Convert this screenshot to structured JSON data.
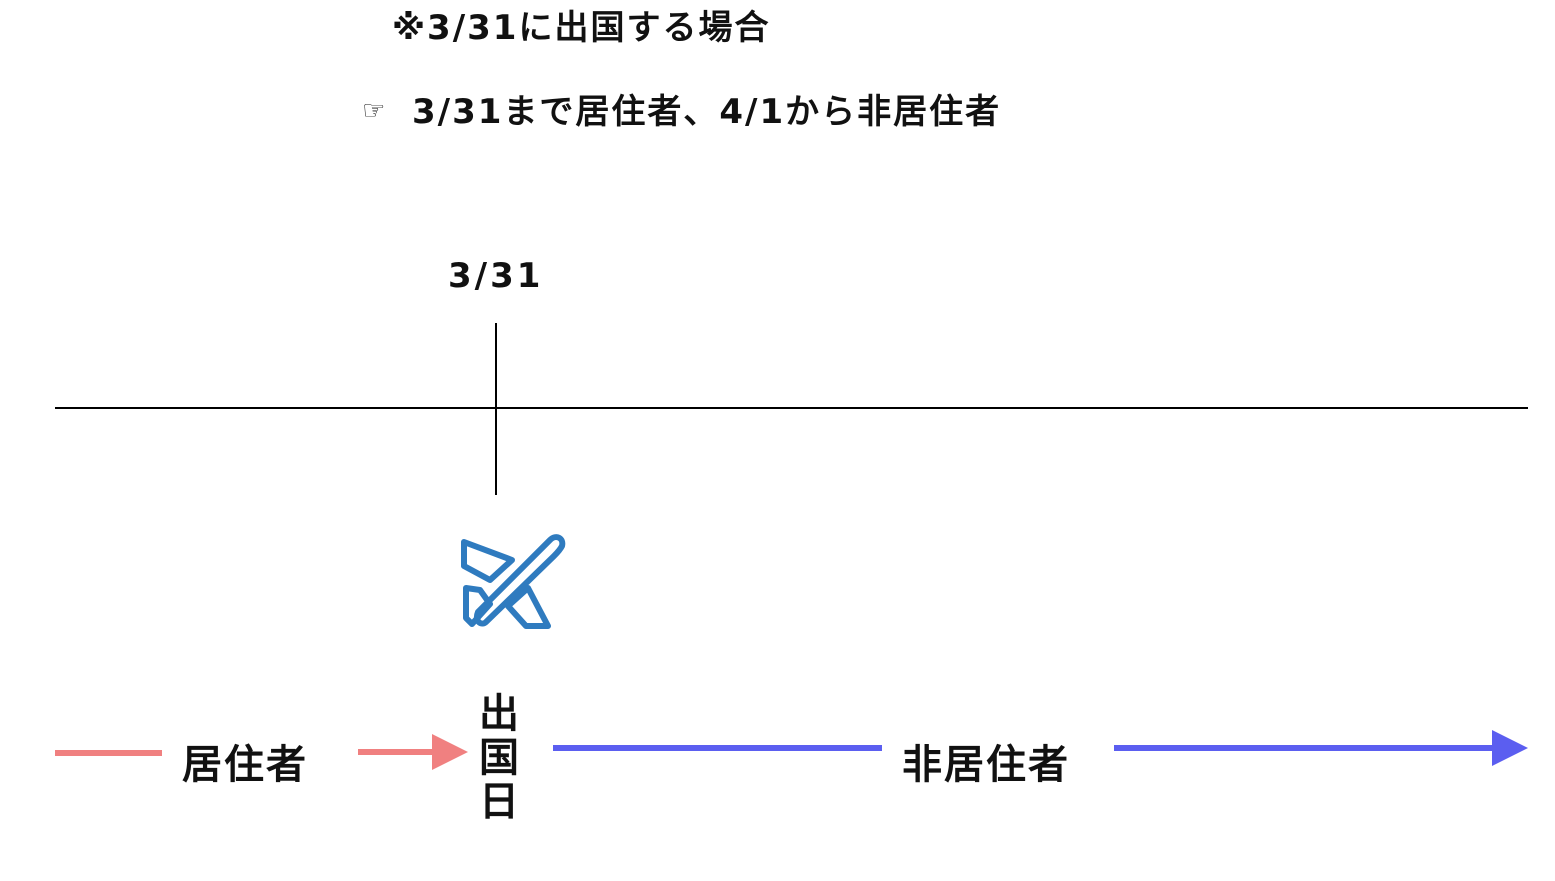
{
  "heading": "※3/31に出国する場合",
  "note": {
    "icon": "pointing-hand-icon",
    "text": "3/31まで居住者、4/1から非居住者"
  },
  "timeline": {
    "date_label": "3/31",
    "departure_label": "出国日",
    "departure_icon": "airplane-icon",
    "resident_label": "居住者",
    "nonresident_label": "非居住者"
  },
  "colors": {
    "resident": "#f08080",
    "nonresident": "#5b5ef0",
    "plane": "#2f7bbf"
  }
}
